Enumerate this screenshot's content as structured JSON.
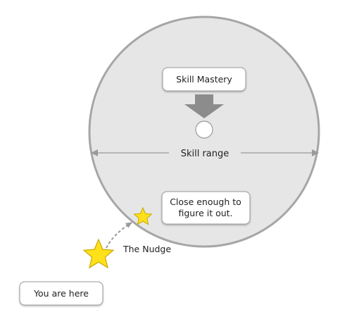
{
  "diagram": {
    "skill_mastery_label": "Skill Mastery",
    "skill_range_label": "Skill range",
    "close_enough_line1": "Close enough to",
    "close_enough_line2": "figure it out.",
    "nudge_label": "The Nudge",
    "you_are_here_label": "You are here"
  },
  "colors": {
    "circle_fill": "#e6e6e6",
    "circle_stroke": "#a6a6a6",
    "arrow_fill": "#8c8c8c",
    "star_fill": "#ffe11a",
    "star_stroke": "#c9a800",
    "box_stroke": "#9a9a9a"
  }
}
